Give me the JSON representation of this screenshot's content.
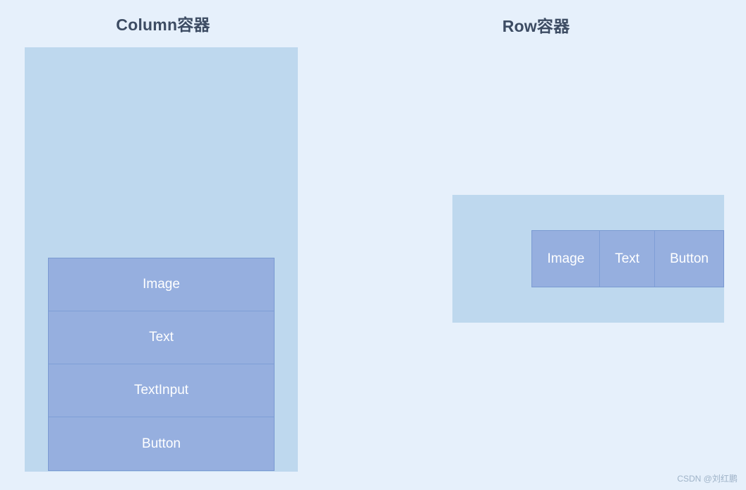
{
  "colors": {
    "page_background": "#e6f0fb",
    "container_fill": "#bed8ee",
    "widget_fill": "#96afdf",
    "widget_border": "#7a9ad2",
    "widget_divider": "#7e9ed6",
    "title_text": "#3d4c63",
    "widget_text": "#ffffff",
    "watermark_text": "#9fb3c8"
  },
  "column_panel": {
    "title": "Column容器",
    "container_name": "Column",
    "widgets": [
      {
        "label": "Image"
      },
      {
        "label": "Text"
      },
      {
        "label": "TextInput"
      },
      {
        "label": "Button"
      }
    ]
  },
  "row_panel": {
    "title": "Row容器",
    "container_name": "Row",
    "widgets": [
      {
        "label": "Image"
      },
      {
        "label": "Text"
      },
      {
        "label": "Button"
      }
    ]
  },
  "watermark": {
    "text": "CSDN @刘红鹏"
  }
}
